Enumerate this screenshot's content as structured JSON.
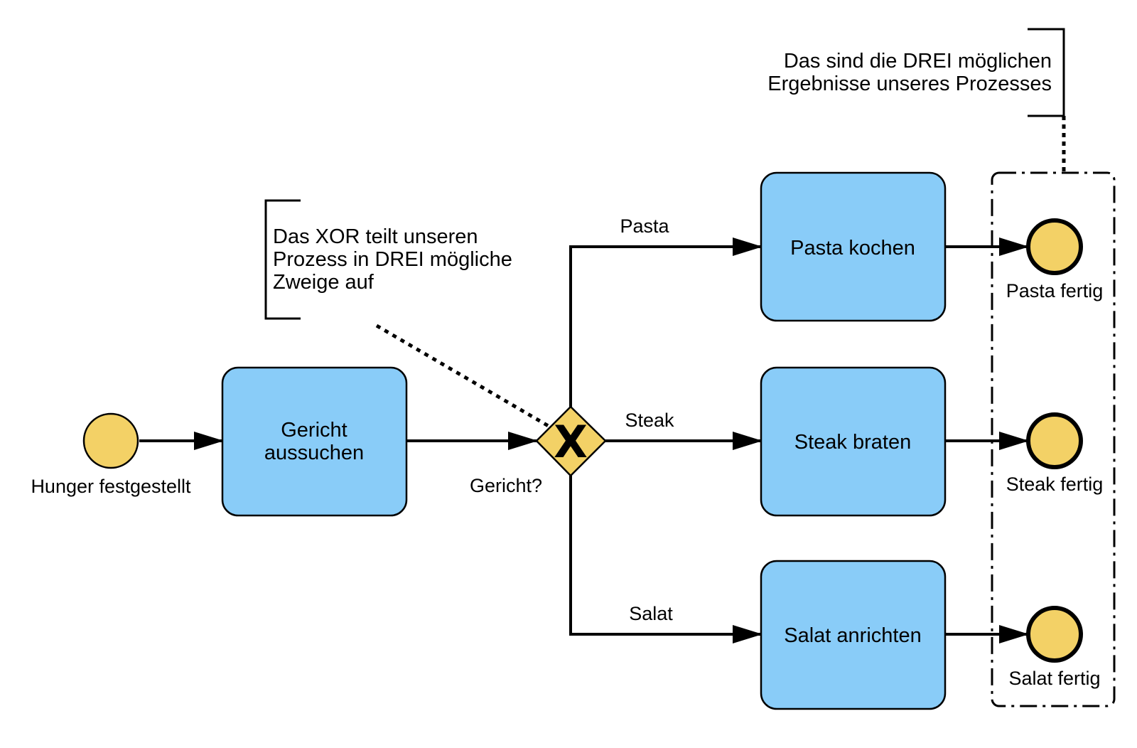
{
  "colors": {
    "task_fill": "#89ccf8",
    "event_fill": "#f3d166",
    "gateway_fill": "#f3d166",
    "stroke": "#000000"
  },
  "start_event": {
    "label": "Hunger festgestellt"
  },
  "tasks": {
    "select": {
      "line1": "Gericht",
      "line2": "aussuchen"
    },
    "pasta": {
      "label": "Pasta kochen"
    },
    "steak": {
      "label": "Steak braten"
    },
    "salat": {
      "label": "Salat anrichten"
    }
  },
  "gateway": {
    "marker": "X",
    "label": "Gericht?",
    "type": "exclusive (XOR)"
  },
  "flows": {
    "pasta": "Pasta",
    "steak": "Steak",
    "salat": "Salat"
  },
  "end_events": {
    "pasta": "Pasta fertig",
    "steak": "Steak fertig",
    "salat": "Salat fertig"
  },
  "annotations": {
    "xor": {
      "lines": [
        "Das XOR teilt unseren",
        "Prozess in DREI mögliche",
        "Zweige auf"
      ]
    },
    "results": {
      "lines": [
        "Das sind die DREI möglichen",
        "Ergebnisse unseres Prozesses"
      ]
    }
  }
}
